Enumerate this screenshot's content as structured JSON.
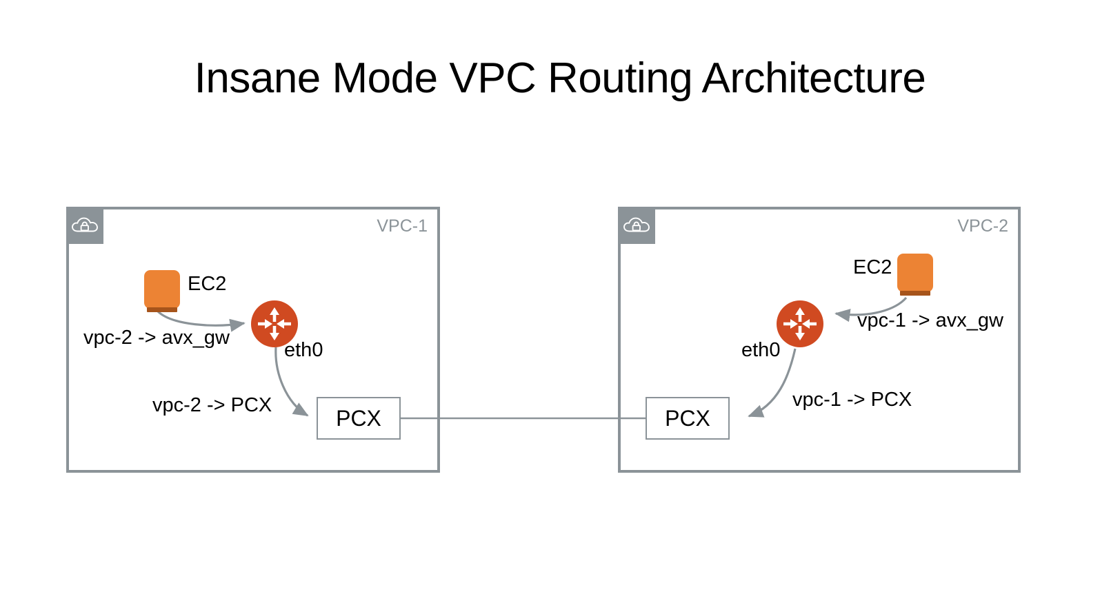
{
  "slide": {
    "title": "Insane Mode VPC Routing Architecture",
    "background_color": "#ffffff"
  },
  "colors": {
    "vpc_border": "#8b9398",
    "vpc_badge_fill": "#8b9398",
    "vpc_label_text": "#8b9398",
    "ec2_orange": "#ec8334",
    "ec2_base_brown": "#a6541b",
    "router_red": "#d04a21",
    "arrow_gray": "#8b9398",
    "box_border": "#8b9398",
    "text_black": "#000000"
  },
  "vpcs": [
    {
      "id": "vpc-1",
      "label": "VPC-1",
      "badge_icon": "vpc-cloud-lock-icon",
      "nodes": {
        "ec2": {
          "label": "EC2",
          "icon": "ec2-instance-icon"
        },
        "router": {
          "icon": "router-icon",
          "interface_label": "eth0"
        },
        "pcx": {
          "label": "PCX"
        }
      },
      "route_labels": [
        {
          "name": "route-to-gateway",
          "text": "vpc-2 -> avx_gw"
        },
        {
          "name": "route-to-pcx",
          "text": "vpc-2 -> PCX"
        }
      ]
    },
    {
      "id": "vpc-2",
      "label": "VPC-2",
      "badge_icon": "vpc-cloud-lock-icon",
      "nodes": {
        "ec2": {
          "label": "EC2",
          "icon": "ec2-instance-icon"
        },
        "router": {
          "icon": "router-icon",
          "interface_label": "eth0"
        },
        "pcx": {
          "label": "PCX"
        }
      },
      "route_labels": [
        {
          "name": "route-to-gateway",
          "text": "vpc-1 -> avx_gw"
        },
        {
          "name": "route-to-pcx",
          "text": "vpc-1 -> PCX"
        }
      ]
    }
  ],
  "connections": [
    {
      "name": "ec2-to-router-vpc1",
      "from": "vpc-1.ec2",
      "to": "vpc-1.router",
      "style": "curved-arrow",
      "color": "#8b9398"
    },
    {
      "name": "router-to-pcx-vpc1",
      "from": "vpc-1.router",
      "to": "vpc-1.pcx",
      "style": "curved-arrow",
      "color": "#8b9398"
    },
    {
      "name": "ec2-to-router-vpc2",
      "from": "vpc-2.ec2",
      "to": "vpc-2.router",
      "style": "curved-arrow",
      "color": "#8b9398"
    },
    {
      "name": "router-to-pcx-vpc2",
      "from": "vpc-2.router",
      "to": "vpc-2.pcx",
      "style": "curved-arrow",
      "color": "#8b9398"
    },
    {
      "name": "pcx-peering-link",
      "from": "vpc-1.pcx",
      "to": "vpc-2.pcx",
      "style": "straight-line",
      "color": "#8b9398"
    }
  ]
}
